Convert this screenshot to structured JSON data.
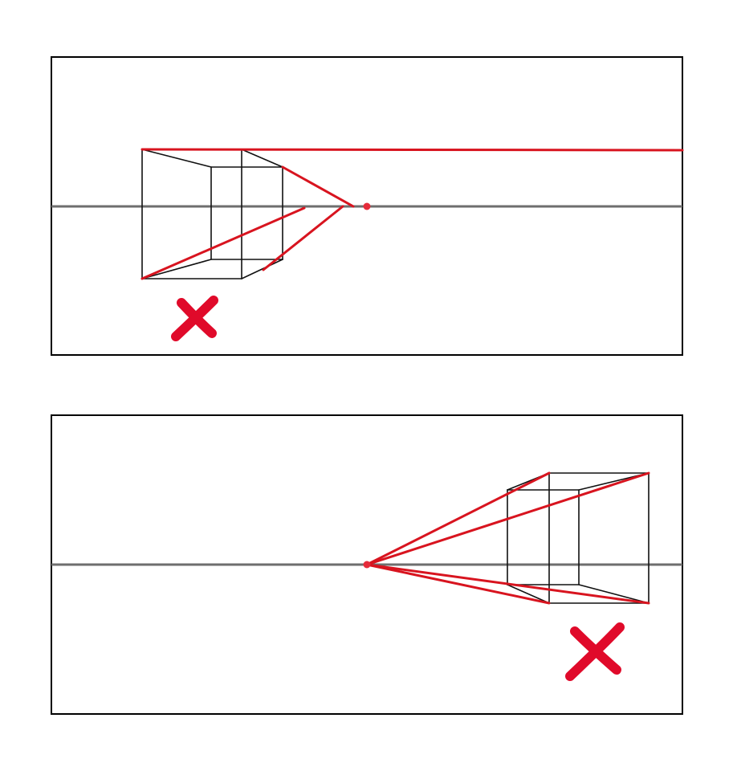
{
  "colors": {
    "guide": "#d8141f",
    "mark": "#e00a2a",
    "vanishing_point": "#e52b3a",
    "horizon": "#6e6e6e",
    "edges": "#111111",
    "frame": "#000000"
  },
  "panels": [
    {
      "id": "top",
      "description_semantic": "incorrect-one-point-perspective-example",
      "verdict": "wrong",
      "mark_icon": "cross-mark-icon"
    },
    {
      "id": "bottom",
      "description_semantic": "incorrect-one-point-perspective-example",
      "verdict": "wrong",
      "mark_icon": "cross-mark-icon"
    }
  ]
}
